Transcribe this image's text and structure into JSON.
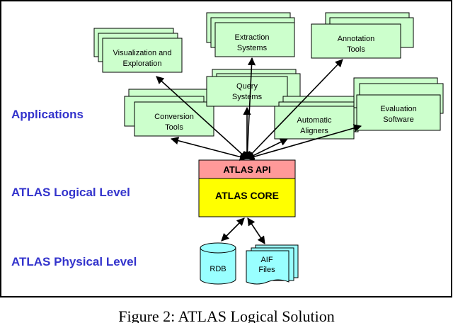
{
  "levels": {
    "applications": "Applications",
    "logical": "ATLAS Logical Level",
    "physical": "ATLAS Physical Level"
  },
  "tools": {
    "visualization": [
      "Visualization and",
      "Exploration"
    ],
    "extraction": [
      "Extraction",
      "Systems"
    ],
    "annotation": [
      "Annotation",
      "Tools"
    ],
    "query": [
      "Query",
      "Systems"
    ],
    "conversion": [
      "Conversion",
      "Tools"
    ],
    "aligners": [
      "Automatic",
      "Aligners"
    ],
    "evaluation": [
      "Evaluation",
      "Software"
    ]
  },
  "core": {
    "api": "ATLAS API",
    "core": "ATLAS CORE"
  },
  "storage": {
    "rdb": "RDB",
    "aif": [
      "AIF",
      "Files"
    ]
  },
  "caption": "Figure 2: ATLAS Logical Solution",
  "colors": {
    "tool_fill": "#ccffcc",
    "api_fill": "#ff9999",
    "core_fill": "#ffff00",
    "storage_fill": "#99ffff",
    "level_text": "#3333cc"
  }
}
